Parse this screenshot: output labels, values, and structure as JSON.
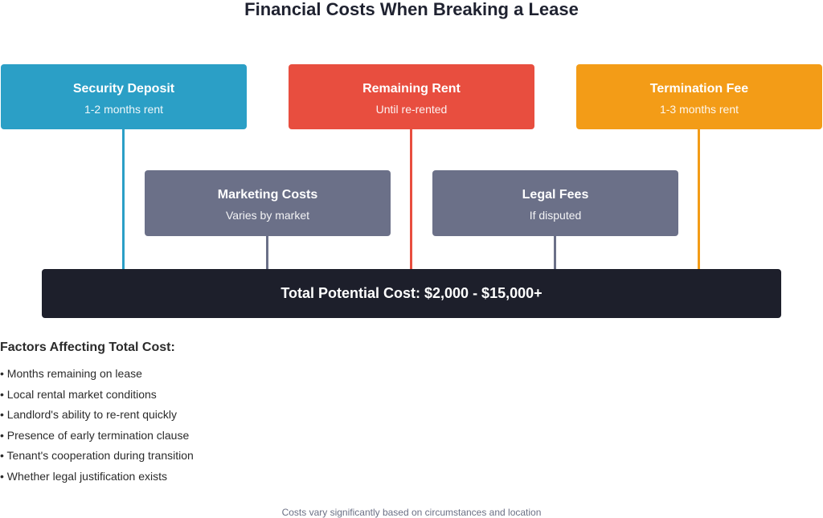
{
  "title": "Financial Costs When Breaking a Lease",
  "colors": {
    "security_deposit": "#2b9fc6",
    "remaining_rent": "#e84e3f",
    "termination_fee": "#f39c17",
    "secondary": "#6b7088",
    "total_bg": "#1d1f2b"
  },
  "top_boxes": [
    {
      "title": "Security Deposit",
      "subtitle": "1-2 months rent"
    },
    {
      "title": "Remaining Rent",
      "subtitle": "Until re-rented"
    },
    {
      "title": "Termination Fee",
      "subtitle": "1-3 months rent"
    }
  ],
  "middle_boxes": [
    {
      "title": "Marketing Costs",
      "subtitle": "Varies by market"
    },
    {
      "title": "Legal Fees",
      "subtitle": "If disputed"
    }
  ],
  "total": {
    "label": "Total Potential Cost: $2,000 - $15,000+"
  },
  "factors": {
    "heading": "Factors Affecting Total Cost:",
    "items": [
      "Months remaining on lease",
      "Local rental market conditions",
      "Landlord's ability to re-rent quickly",
      "Presence of early termination clause",
      "Tenant's cooperation during transition",
      "Whether legal justification exists"
    ]
  },
  "footer": "Costs vary significantly based on circumstances and location"
}
